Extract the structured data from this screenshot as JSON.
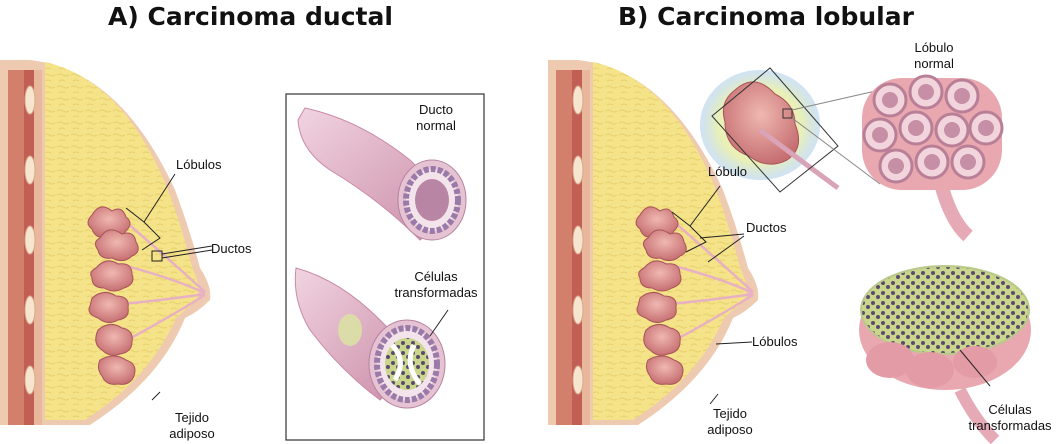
{
  "panel_a": {
    "title": "A) Carcinoma ductal",
    "labels": {
      "lobulos": "Lóbulos",
      "ductos": "Ductos",
      "tejido_line1": "Tejido",
      "tejido_line2": "adiposo",
      "ducto_normal_line1": "Ducto",
      "ducto_normal_line2": "normal",
      "celulas_line1": "Células",
      "celulas_line2": "transformadas"
    }
  },
  "panel_b": {
    "title": "B) Carcinoma lobular",
    "labels": {
      "lobulo": "Lóbulo",
      "lobulo_normal_line1": "Lóbulo",
      "lobulo_normal_line2": "normal",
      "ductos": "Ductos",
      "lobulos": "Lóbulos",
      "tejido_line1": "Tejido",
      "tejido_line2": "adiposo",
      "celulas_line1": "Células",
      "celulas_line2": "transformadas"
    }
  },
  "colors": {
    "fat": "#f5e38a",
    "skin": "#eecab0",
    "muscle": "#c96b5e",
    "lobule": "#d98a8a",
    "duct": "#d9a3b8",
    "transformed_cell": "#c8d88a"
  }
}
